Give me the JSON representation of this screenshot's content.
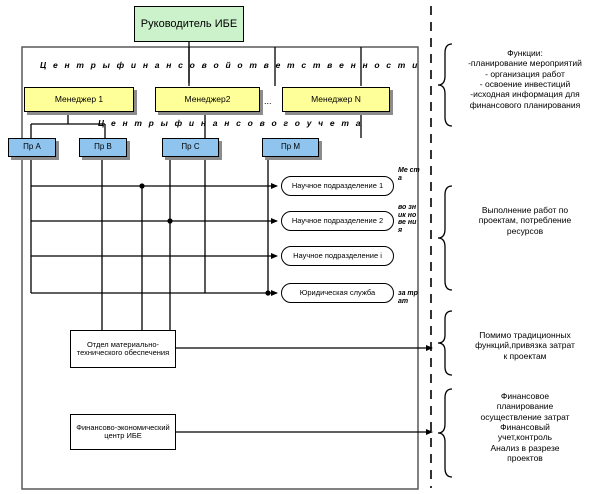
{
  "diagram": {
    "title_box": {
      "lines": "Руководитель ИБЕ",
      "color": "#ccf2cc"
    },
    "band_labels": {
      "financial_responsibility": "Ц е н т р ы   ф и н а н с о в о й   о т в е т с т в е н н о с т и",
      "financial_accounting": "Ц е н т р ы   ф и н а н с о в о г о   у ч е т а"
    },
    "managers": [
      {
        "label": "Менеджер 1"
      },
      {
        "label": "Менеджер2"
      },
      {
        "label": "Менеджер N"
      }
    ],
    "manager_ellipsis": "...",
    "projects": [
      {
        "label": "Пр A"
      },
      {
        "label": "Пр B"
      },
      {
        "label": "Пр C"
      },
      {
        "label": "Пр М"
      }
    ],
    "units": [
      {
        "label": "Научное подразделение 1"
      },
      {
        "label": "Научное подразделение 2"
      },
      {
        "label": "Научное подразделение i"
      },
      {
        "label": "Юридическая служба"
      }
    ],
    "supply_dept": {
      "lines": "Отдел материально-технического обеспечения"
    },
    "finance_center": {
      "lines": "Финансово-экономический центр ИБЕ"
    },
    "vertical_label": {
      "group1": "Ме ст а",
      "group2": "во зн ик но ве ни я",
      "group3": "за тр ат"
    },
    "colors": {
      "green": "#ccf2cc",
      "yellow": "#ffff99",
      "blue": "#8fc4ee",
      "line": "#000000",
      "shadow": "#8c8c8c"
    }
  },
  "right_panels": [
    {
      "name": "functions",
      "lines": [
        "Функции:",
        "-планирование мероприятий",
        "- организация работ",
        "- освоение инвестиций",
        "-исходная информация для",
        "финансового планирования"
      ]
    },
    {
      "name": "project-work",
      "lines": [
        "Выполнение работ по",
        "проектам, потребление",
        "ресурсов"
      ]
    },
    {
      "name": "cost-allocation",
      "lines": [
        "Помимо традиционных",
        "функций,привязка затрат",
        "к проектам"
      ]
    },
    {
      "name": "financial-planning",
      "lines": [
        "Финансовое",
        "планирование",
        "осуществление затрат",
        "Финансовый",
        "учет,контроль",
        "Анализ в разрезе",
        "проектов"
      ]
    }
  ]
}
